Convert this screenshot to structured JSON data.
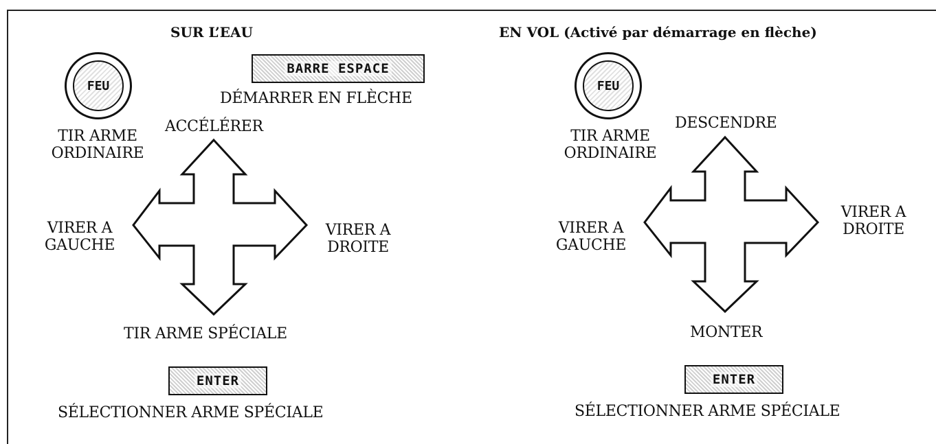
{
  "water": {
    "title": "SUR L’EAU",
    "fire_key": "FEU",
    "fire_label": [
      "TIR ARME",
      "ORDINAIRE"
    ],
    "space_key": "BARRE ESPACE",
    "space_label": "DÉMARRER EN FLÈCHE",
    "up": "ACCÉLÉRER",
    "left": [
      "VIRER A",
      "GAUCHE"
    ],
    "right": [
      "VIRER A",
      "DROITE"
    ],
    "down": "TIR ARME SPÉCIALE",
    "enter_key": "ENTER",
    "enter_label": "SÉLECTIONNER ARME SPÉCIALE"
  },
  "flight": {
    "title": "EN VOL (Activé par démarrage en flèche)",
    "fire_key": "FEU",
    "fire_label": [
      "TIR ARME",
      "ORDINAIRE"
    ],
    "up": "DESCENDRE",
    "left": [
      "VIRER A",
      "GAUCHE"
    ],
    "right": [
      "VIRER A",
      "DROITE"
    ],
    "down": "MONTER",
    "enter_key": "ENTER",
    "enter_label": "SÉLECTIONNER ARME SPÉCIALE"
  }
}
